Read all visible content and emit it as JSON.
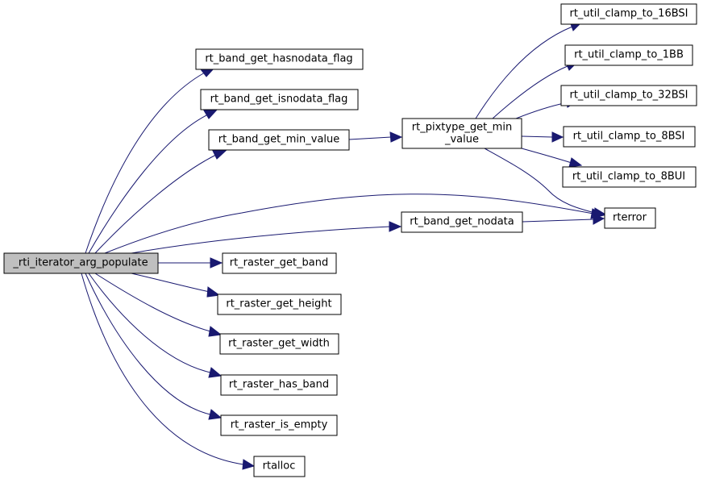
{
  "graph": {
    "root": "_rti_iterator_arg_populate",
    "nodes": {
      "root": "_rti_iterator_arg_populate",
      "hasnodata": "rt_band_get_hasnodata_flag",
      "isnodata": "rt_band_get_isnodata_flag",
      "minval": "rt_band_get_min_value",
      "pixmin_line1": "rt_pixtype_get_min",
      "pixmin_line2": "_value",
      "clamp16": "rt_util_clamp_to_16BSI",
      "clamp1": "rt_util_clamp_to_1BB",
      "clamp32": "rt_util_clamp_to_32BSI",
      "clamp8": "rt_util_clamp_to_8BSI",
      "clamp8u": "rt_util_clamp_to_8BUI",
      "rterror": "rterror",
      "nodata": "rt_band_get_nodata",
      "getband": "rt_raster_get_band",
      "height": "rt_raster_get_height",
      "width": "rt_raster_get_width",
      "hasband": "rt_raster_has_band",
      "isempty": "rt_raster_is_empty",
      "rtalloc": "rtalloc"
    },
    "edges": [
      [
        "root",
        "hasnodata"
      ],
      [
        "root",
        "isnodata"
      ],
      [
        "root",
        "minval"
      ],
      [
        "root",
        "rterror"
      ],
      [
        "root",
        "nodata"
      ],
      [
        "root",
        "getband"
      ],
      [
        "root",
        "height"
      ],
      [
        "root",
        "width"
      ],
      [
        "root",
        "hasband"
      ],
      [
        "root",
        "isempty"
      ],
      [
        "root",
        "rtalloc"
      ],
      [
        "minval",
        "pixmin"
      ],
      [
        "pixmin",
        "clamp16"
      ],
      [
        "pixmin",
        "clamp1"
      ],
      [
        "pixmin",
        "clamp32"
      ],
      [
        "pixmin",
        "clamp8"
      ],
      [
        "pixmin",
        "clamp8u"
      ],
      [
        "pixmin",
        "rterror"
      ],
      [
        "nodata",
        "rterror"
      ]
    ],
    "edge_color": "#191970",
    "root_fill": "#bfbfbf"
  }
}
